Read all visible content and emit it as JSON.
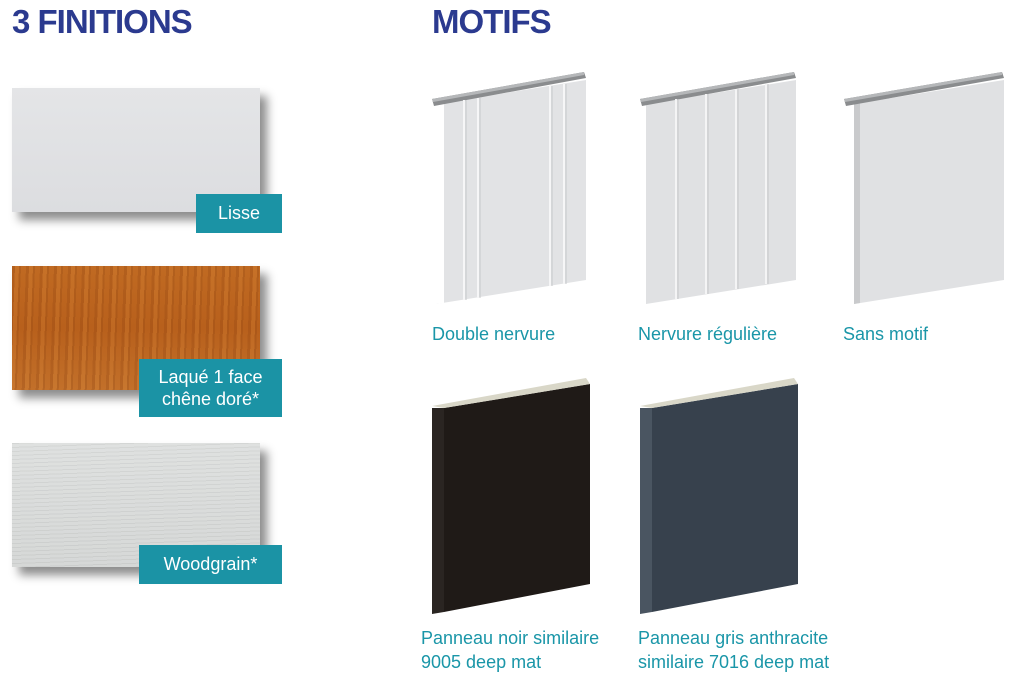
{
  "finitions": {
    "title": "3 FINITIONS",
    "items": [
      {
        "label_lines": [
          "Lisse"
        ]
      },
      {
        "label_lines": [
          "Laqué 1 face",
          "chêne doré*"
        ]
      },
      {
        "label_lines": [
          "Woodgrain*"
        ]
      }
    ]
  },
  "motifs": {
    "title": "MOTIFS",
    "items": [
      {
        "caption_lines": [
          "Double nervure"
        ]
      },
      {
        "caption_lines": [
          "Nervure régulière"
        ]
      },
      {
        "caption_lines": [
          "Sans motif"
        ]
      },
      {
        "caption_lines": [
          "Panneau noir similaire",
          "9005 deep mat"
        ]
      },
      {
        "caption_lines": [
          "Panneau gris anthracite",
          "similaire 7016 deep mat"
        ]
      }
    ]
  },
  "colors": {
    "heading": "#2b3a8f",
    "tag_background": "#1b93a5",
    "caption": "#1a96a8",
    "panel_noir": "#1f1a17",
    "panel_gris": "#37414d"
  }
}
